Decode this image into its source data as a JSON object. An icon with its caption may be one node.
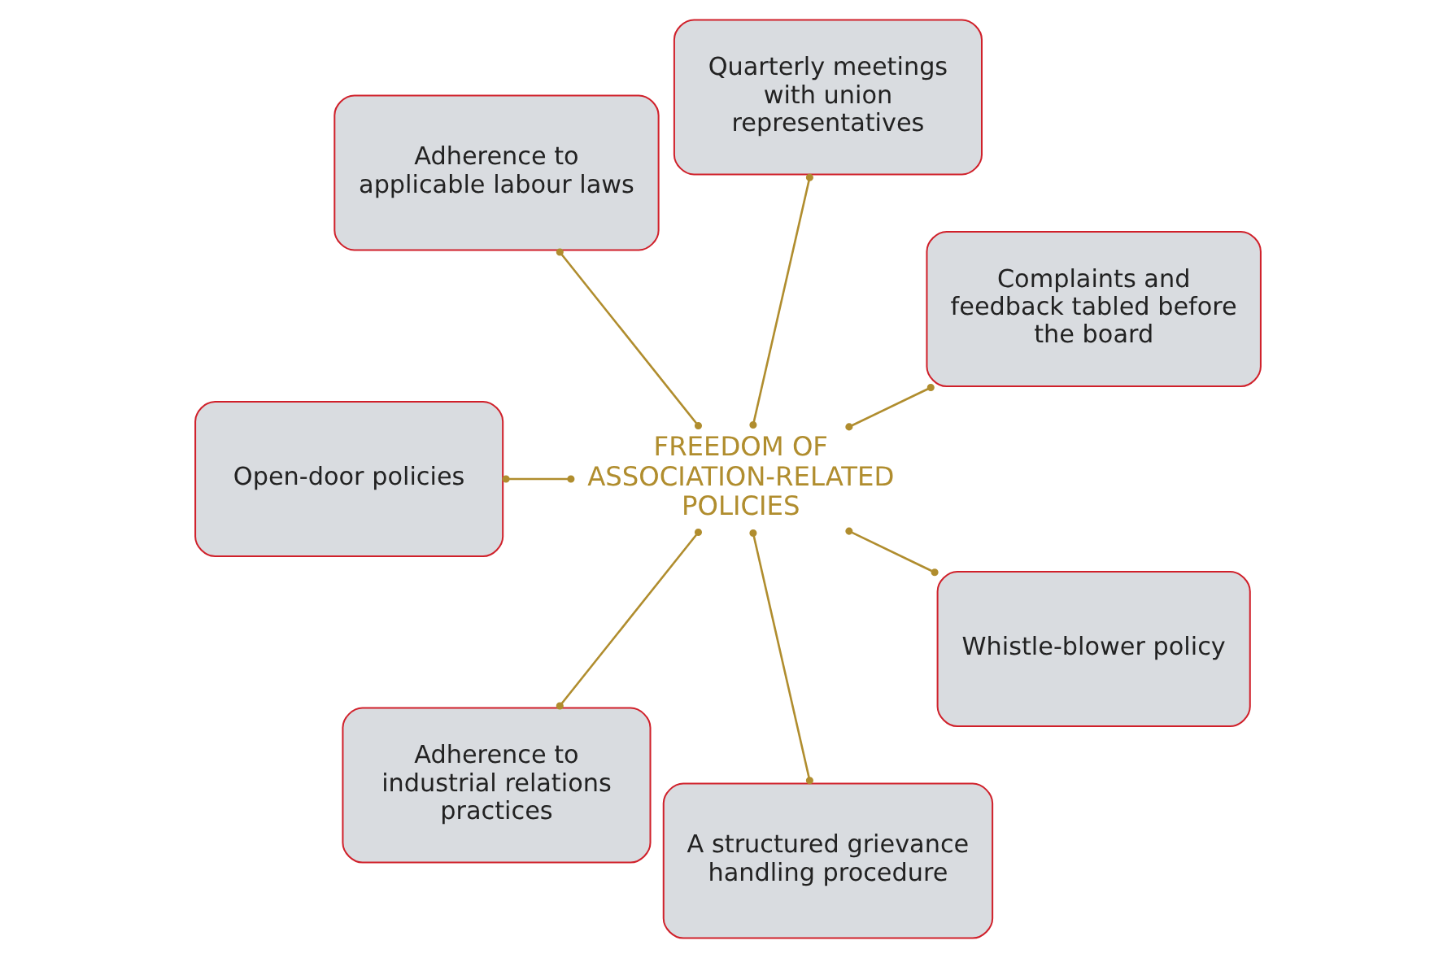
{
  "diagram": {
    "nodes": [
      {
        "text": [
          "Complaints and feedback tabled before the board"
        ]
      },
      {
        "text": [
          "Quarterly meetings with union representatives"
        ]
      },
      {
        "text": [
          "Adherence to applicable labour laws"
        ]
      },
      {
        "text": [
          "FREEDOM OF ASSOCIATION-RELATED POLICIES"
        ]
      },
      {
        "text": [
          "Open-door policies"
        ]
      },
      {
        "text": [
          "Adherence to industrial relations practices"
        ]
      },
      {
        "text": [
          "A structured grievance handling procedure"
        ]
      },
      {
        "text": [
          "Whistle-blower policy"
        ]
      }
    ],
    "edges": [
      {
        "from": 3,
        "to": 0,
        "arrow": "other"
      },
      {
        "from": 3,
        "to": 1,
        "arrow": "other"
      },
      {
        "from": 3,
        "to": 2,
        "arrow": "other"
      },
      {
        "from": 3,
        "to": 4,
        "arrow": "other"
      },
      {
        "from": 3,
        "to": 5,
        "arrow": "other"
      },
      {
        "from": 3,
        "to": 6,
        "arrow": "other"
      },
      {
        "from": 3,
        "to": 7,
        "arrow": "other"
      }
    ]
  }
}
